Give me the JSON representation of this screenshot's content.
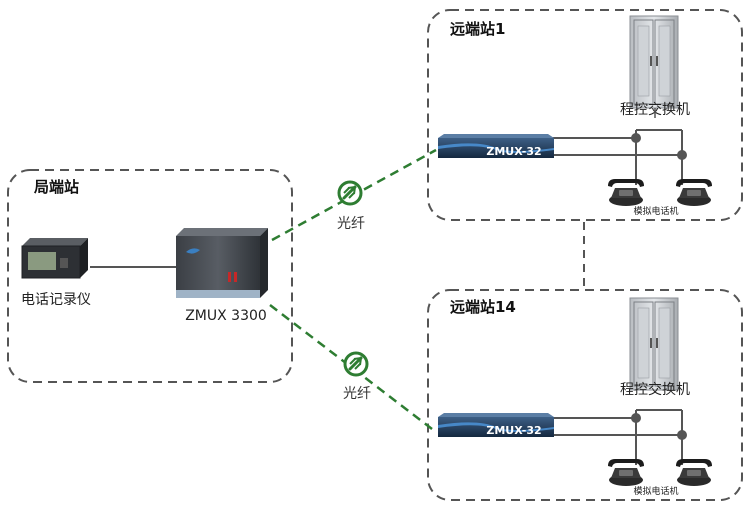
{
  "local_station": {
    "title": "局端站",
    "recorder_label": "电话记录仪",
    "mux_label": "ZMUX 3300"
  },
  "fiber_links": [
    {
      "label": "光纤"
    },
    {
      "label": "光纤"
    }
  ],
  "remote_stations": [
    {
      "title": "远端站1",
      "switch_label": "程控交换机",
      "mux_label": "ZMUX-32",
      "phone_label": "模拟电话机"
    },
    {
      "title": "远端站14",
      "switch_label": "程控交换机",
      "mux_label": "ZMUX-32",
      "phone_label": "模拟电话机"
    }
  ],
  "colors": {
    "fiber": "#2e7d32",
    "box_border": "#555555",
    "mux_body": "#1f3f63",
    "mux_stripe": "#3a7fc1",
    "line": "#555555"
  }
}
